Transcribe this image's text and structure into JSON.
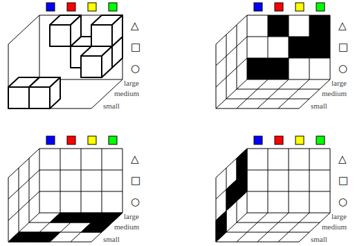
{
  "diagram": {
    "labels": [
      "△",
      "□",
      "○",
      "large",
      "medium",
      "small",
      "△",
      "□",
      "○",
      "large",
      "medium",
      "small",
      "△",
      "□",
      "○",
      "large",
      "medium",
      "small",
      "△",
      "□",
      "○",
      "large",
      "medium",
      "small"
    ]
  }
}
